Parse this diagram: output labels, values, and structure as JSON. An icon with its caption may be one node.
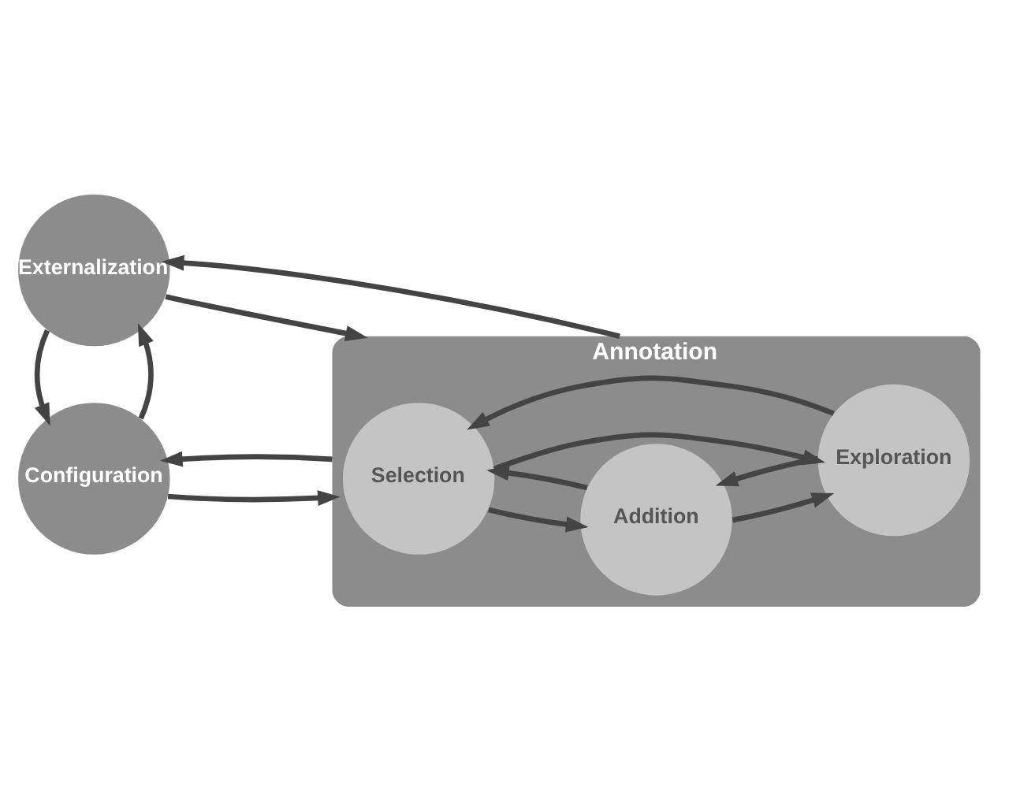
{
  "diagram": {
    "nodes": [
      {
        "text": [
          "Configuration"
        ]
      },
      {
        "text": [
          "Annotation"
        ]
      },
      {
        "text": [
          "Selection"
        ],
        "in": 1
      },
      {
        "text": [
          "Addition"
        ],
        "in": 1
      },
      {
        "text": [
          "Exploration"
        ],
        "in": 1
      },
      {
        "text": [
          "Externalization"
        ]
      }
    ],
    "edges": [
      {
        "from": 0,
        "to": 1,
        "arrow": "to"
      },
      {
        "from": 1,
        "to": 0,
        "arrow": "to"
      },
      {
        "from": 0,
        "to": 5,
        "arrow": "to"
      },
      {
        "from": 5,
        "to": 0,
        "arrow": "to"
      },
      {
        "from": 5,
        "to": 1,
        "arrow": "to"
      },
      {
        "from": 1,
        "to": 5,
        "arrow": "to"
      },
      {
        "from": 2,
        "to": 3,
        "arrow": "to"
      },
      {
        "from": 3,
        "to": 2,
        "arrow": "to"
      },
      {
        "from": 2,
        "to": 4,
        "arrow": "to"
      },
      {
        "from": 4,
        "to": 2,
        "arrow": "to"
      },
      {
        "from": 3,
        "to": 4,
        "arrow": "to"
      },
      {
        "from": 4,
        "to": 3,
        "arrow": "to"
      }
    ]
  }
}
